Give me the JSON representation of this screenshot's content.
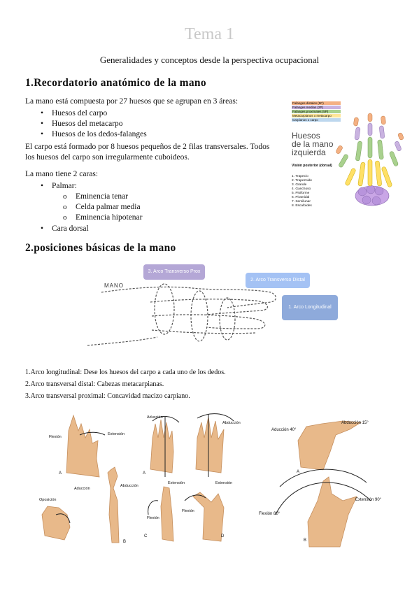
{
  "doc": {
    "title": "Tema 1",
    "subtitle": "Generalidades y conceptos desde la perspectiva ocupacional"
  },
  "section1": {
    "heading": "1.Recordatorio anatómico de la mano",
    "intro": "La mano está compuesta por 27 huesos que se agrupan en 3 áreas:",
    "areas": [
      "Huesos del carpo",
      "Huesos del metacarpo",
      "Huesos de los dedos-falanges"
    ],
    "carpo_line1": "El carpo está formado por 8 huesos pequeños de 2 filas transversales. Todos",
    "carpo_line2": "los huesos del carpo son irregularmente cuboideos.",
    "caras_intro": "La mano tiene 2 caras:",
    "palmar": "Palmar:",
    "palmar_sub": [
      "Eminencia tenar",
      "Celda palmar media",
      "Eminencia hipotenar"
    ],
    "dorsal": "Cara dorsal"
  },
  "figure1": {
    "legend": [
      "Falanges distales (5P)",
      "Falanges medias (2P)",
      "Falanges proximales (5P)",
      "Metacarpianos o metacarpo",
      "Carpianos o carpo"
    ],
    "legend_colors": [
      "#f4b183",
      "#c9b3e0",
      "#a9d18e",
      "#ffe699",
      "#bdd7ee"
    ],
    "caption_title": "Huesos\nde la mano\nizquierda",
    "caption_sub": "Visión posterior (dorsal)",
    "bones": [
      "1. Trapecio",
      "2. Trapezoide",
      "3. Grande",
      "4. Ganchoso",
      "5. Pisiforme",
      "6. Piramidal",
      "7. Semilunar",
      "8. Escafoides"
    ]
  },
  "section2": {
    "heading": "2.posiciones básicas de la mano",
    "diagram": {
      "label_hand": "MANO",
      "box_prox": "3. Arco Transverso Prox",
      "box_distal": "2. Arco Transverso Distal",
      "box_long": "1. Arco Longitudinal",
      "colors": {
        "prox": "#b4a7d6",
        "distal": "#a4c2f4",
        "long": "#8eaadb"
      }
    },
    "arcs": [
      "1.Arco longitudinal: Dese los huesos del carpo a cada uno de los dedos.",
      "2.Arco transversal distal: Cabezas metacarpianas.",
      "3.Arco transversal proximal: Concavidad macizo carpiano."
    ]
  },
  "figure2": {
    "flexion": "Flexión",
    "extension": "Extensión",
    "abduccion": "Abducción",
    "aduccion": "Aducción",
    "oposicion": "Oposición",
    "aduccion40": "Aducción 40°",
    "abduccion15": "Abducción 15°",
    "flexion80": "Flexión 80°",
    "extension90": "Extensión 90°",
    "letter_a": "A",
    "letter_b": "B",
    "letter_c": "C",
    "letter_d": "D",
    "skin": "#e8b98a"
  }
}
